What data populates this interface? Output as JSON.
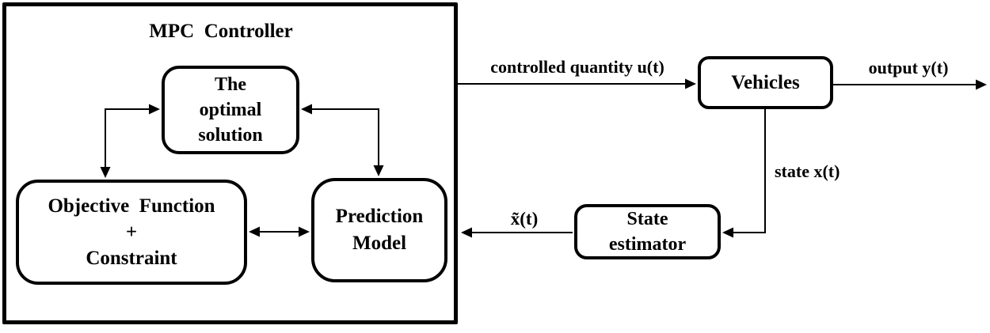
{
  "diagram": {
    "title": "MPC  Controller",
    "nodes": {
      "optimal_solution": {
        "lines": [
          "The",
          "optimal",
          "solution"
        ]
      },
      "objective_function": {
        "lines": [
          "Objective  Function",
          "+",
          "Constraint"
        ]
      },
      "prediction_model": {
        "lines": [
          "Prediction",
          "Model"
        ]
      },
      "vehicles": {
        "label": "Vehicles"
      },
      "state_estimator": {
        "lines": [
          "State",
          "estimator"
        ]
      }
    },
    "edge_labels": {
      "controlled_quantity": "controlled quantity u(t)",
      "output": "output y(t)",
      "state": "state x(t)",
      "estimated_state": "x̃(t)"
    },
    "colors": {
      "line": "#000000",
      "background": "#ffffff"
    }
  }
}
